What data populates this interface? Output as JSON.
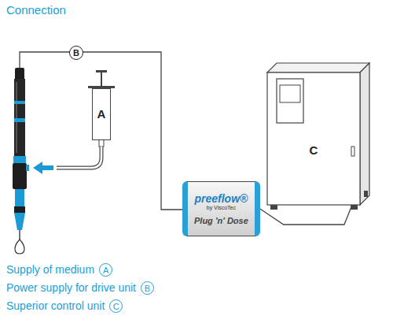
{
  "diagram": {
    "title": "Connection",
    "nodes": [
      {
        "text": [
          "A"
        ]
      },
      {
        "text": [
          "preeflow®",
          "by ViscoTec",
          "Plug 'n' Dose"
        ]
      },
      {
        "text": [
          "C"
        ]
      }
    ],
    "edges": [
      {
        "from": 1,
        "to": 2,
        "arrow": "none"
      }
    ],
    "labels": [
      "B",
      "Supply of medium",
      "A",
      "Power supply for drive unit",
      "B",
      "Superior control unit",
      "C"
    ]
  }
}
